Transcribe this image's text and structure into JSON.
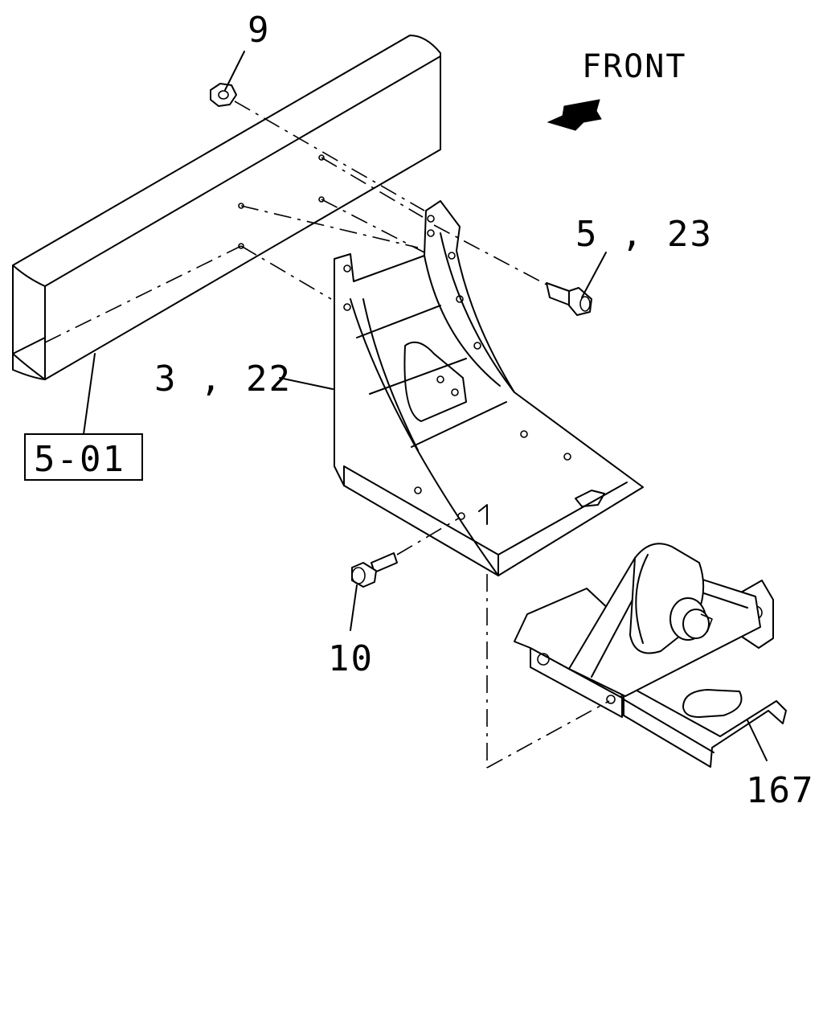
{
  "callouts": {
    "nut": "9",
    "front": "FRONT",
    "upper_bolt": "5 , 23",
    "bracket": "3 , 22",
    "frame_ref": "5-01",
    "lower_bolt": "10",
    "mount": "167"
  }
}
